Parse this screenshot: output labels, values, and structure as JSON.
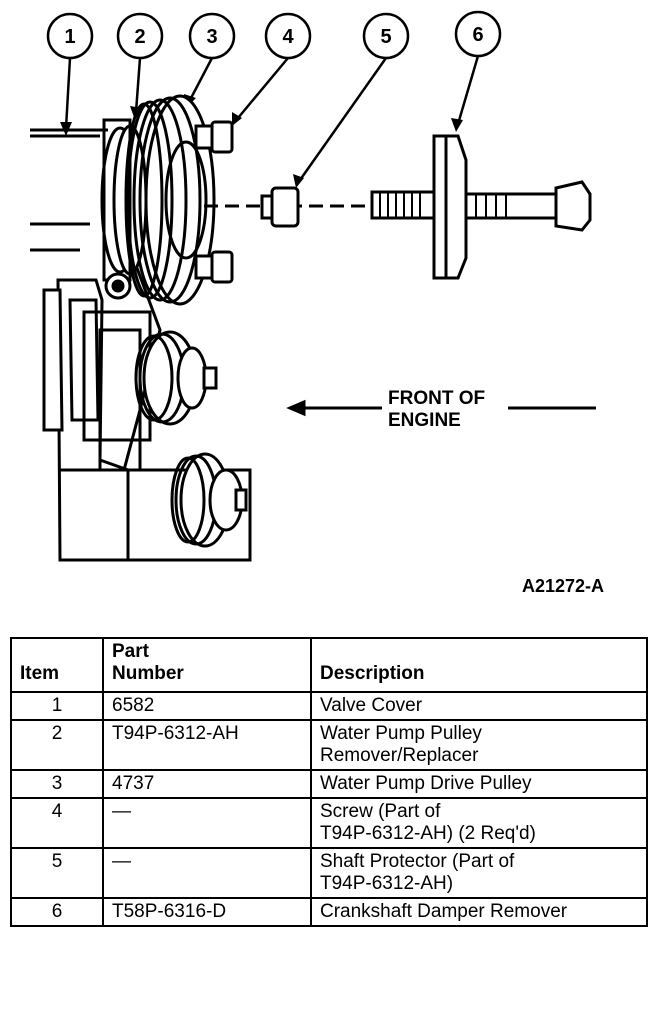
{
  "callouts": [
    "1",
    "2",
    "3",
    "4",
    "5",
    "6"
  ],
  "front_label": [
    "FRONT OF",
    "ENGINE"
  ],
  "figure_id": "A21272-A",
  "table": {
    "headers": {
      "item": "Item",
      "part_number": [
        "Part",
        "Number"
      ],
      "description": "Description"
    },
    "rows": [
      {
        "item": "1",
        "part": "6582",
        "desc": [
          "Valve Cover"
        ]
      },
      {
        "item": "2",
        "part": "T94P-6312-AH",
        "desc": [
          "Water Pump Pulley",
          "Remover/Replacer"
        ]
      },
      {
        "item": "3",
        "part": "4737",
        "desc": [
          "Water Pump Drive Pulley"
        ]
      },
      {
        "item": "4",
        "part": "—",
        "desc": [
          "Screw (Part of",
          "T94P-6312-AH) (2 Req'd)"
        ]
      },
      {
        "item": "5",
        "part": "—",
        "desc": [
          "Shaft Protector (Part of",
          "T94P-6312-AH)"
        ]
      },
      {
        "item": "6",
        "part": "T58P-6316-D",
        "desc": [
          "Crankshaft Damper Remover"
        ]
      }
    ]
  }
}
